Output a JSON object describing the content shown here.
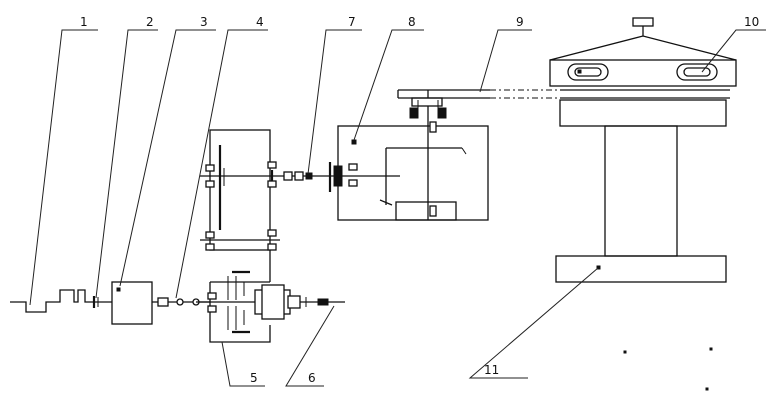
{
  "labels": {
    "l1": "1",
    "l2": "2",
    "l3": "3",
    "l4": "4",
    "l5": "5",
    "l6": "6",
    "l7": "7",
    "l8": "8",
    "l9": "9",
    "l10": "10",
    "l11": "11"
  },
  "colors": {
    "line": "#111111",
    "background": "#ffffff"
  }
}
